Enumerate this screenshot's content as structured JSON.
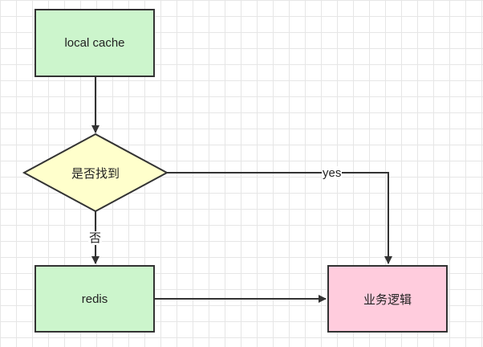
{
  "nodes": {
    "local_cache": "local cache",
    "decision": "是否找到",
    "redis": "redis",
    "business_logic": "业务逻辑"
  },
  "edges": {
    "yes_label": "yes",
    "no_label": "否"
  },
  "colors": {
    "process_fill": "#ccf5cc",
    "decision_fill": "#ffffcc",
    "logic_fill": "#ffccdd",
    "stroke": "#333333"
  }
}
